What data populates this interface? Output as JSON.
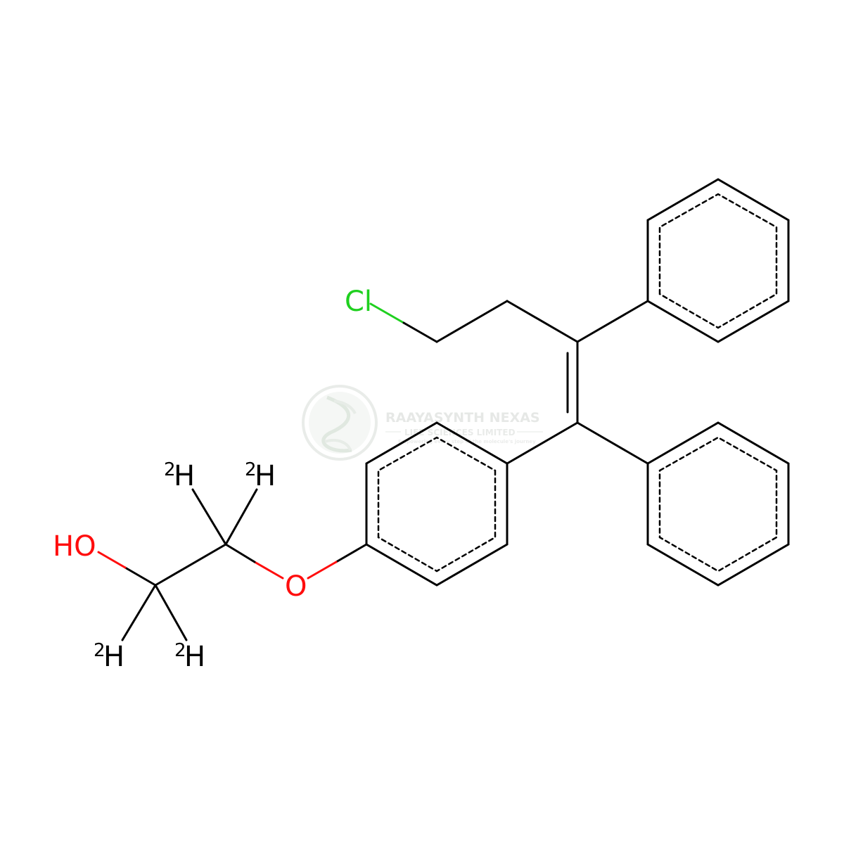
{
  "molecule": {
    "atoms": {
      "chlorine": "Cl",
      "hydroxyl": "HO",
      "ether_oxygen": "O",
      "deuterium": "H",
      "isotope_mass": "2"
    }
  },
  "watermark": {
    "company_line1": "RAAYASYNTH NEXAS",
    "company_line2": "LIFE SCIENCES LIMITED",
    "tagline": "Empowering every step of the molecule's journey"
  },
  "colors": {
    "bond": "#000000",
    "oxygen": "#ff0d0d",
    "chlorine": "#1fd01f",
    "watermark": "#d0d8d0"
  }
}
